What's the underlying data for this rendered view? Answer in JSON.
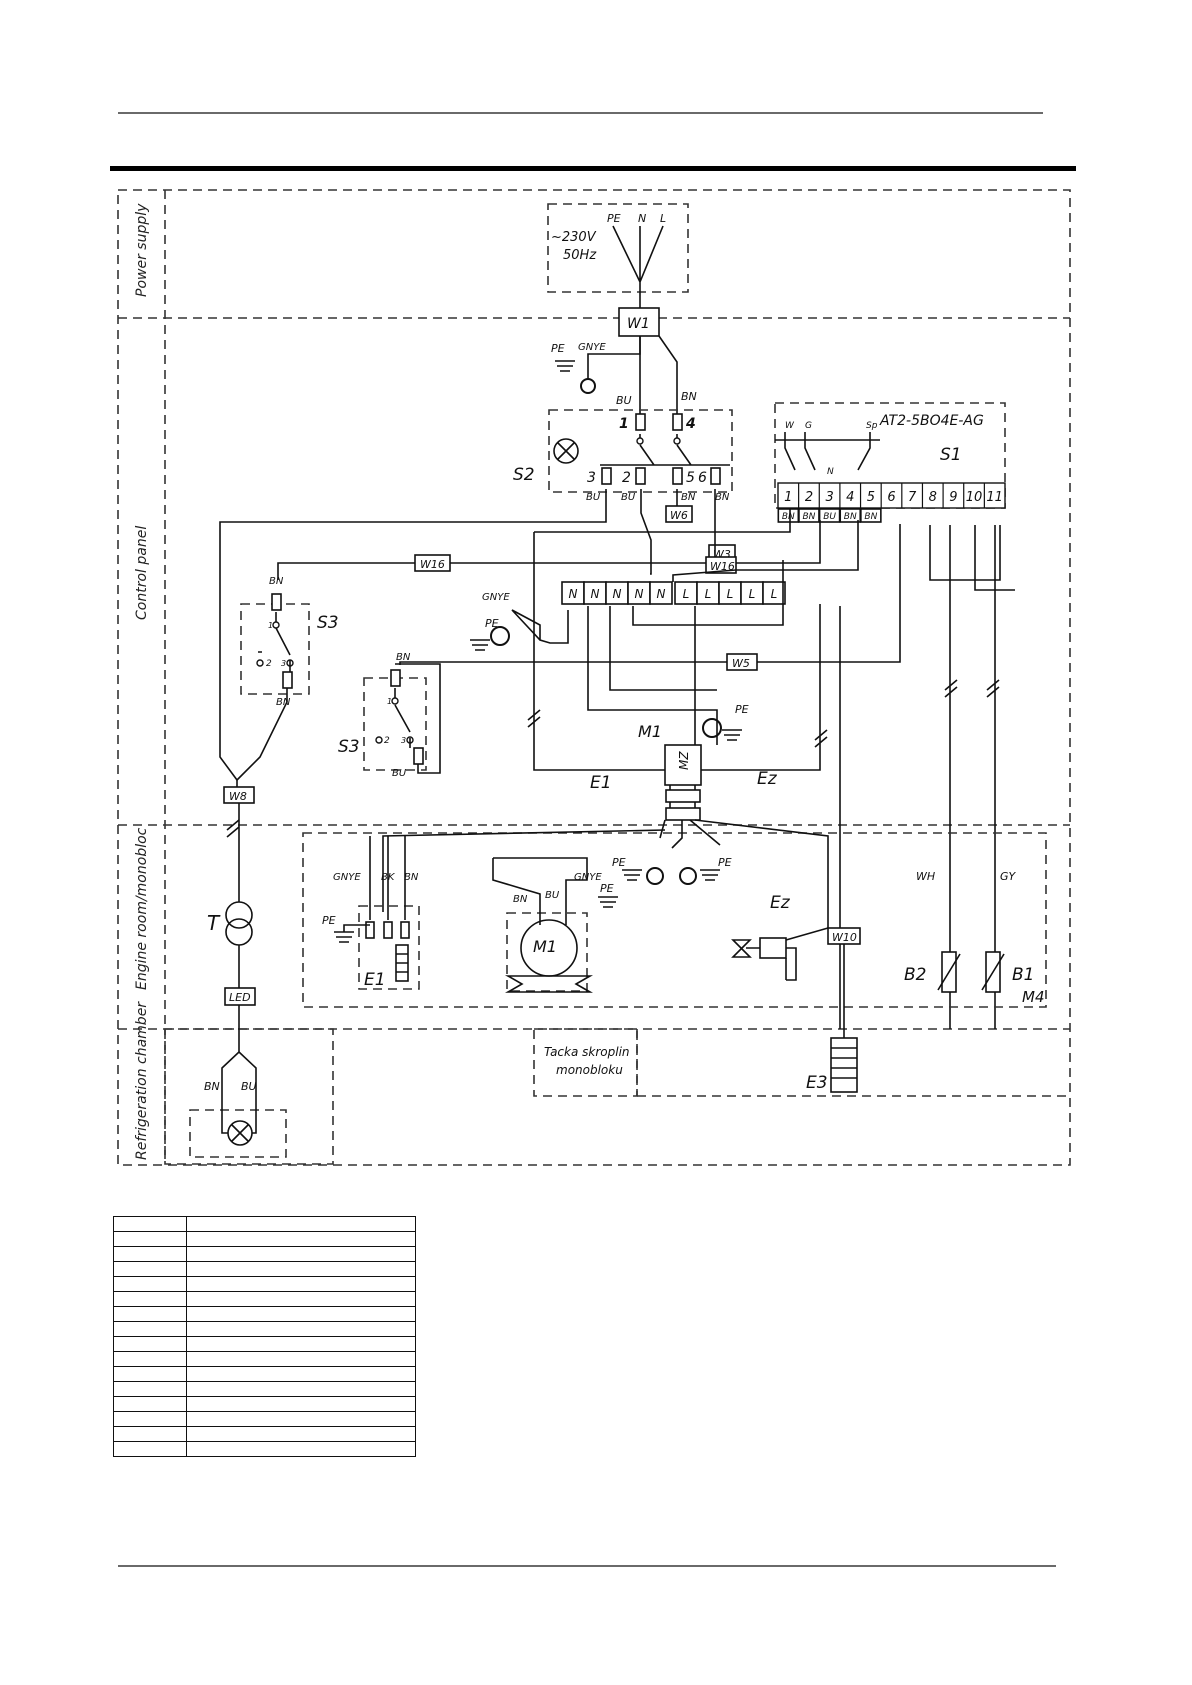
{
  "zones": {
    "power_supply": "Power supply",
    "control_panel": "Control panel",
    "engine_room": "Engine room/monobloc",
    "refrigeration_chamber": "Refrigeration chamber"
  },
  "power": {
    "voltage": "~230V",
    "frequency": "50Hz",
    "pe": "PE",
    "n": "N",
    "l": "L"
  },
  "connectors": {
    "w1": "W1",
    "w3": "W3",
    "w5": "W5",
    "w6": "W6",
    "w8": "W8",
    "w10": "W10",
    "w16_top": "W16",
    "w16_mid": "W16"
  },
  "controller": {
    "model": "AT2-5BO4E-AG",
    "ref": "S1",
    "w": "W",
    "g": "G",
    "n": "N",
    "sp": "Sp",
    "terminals": [
      "1",
      "2",
      "3",
      "4",
      "5",
      "6",
      "7",
      "8",
      "9",
      "10",
      "11"
    ],
    "wire_colors": [
      "BN",
      "BN",
      "BU",
      "BN",
      "BN"
    ]
  },
  "switch_s2": {
    "ref": "S2",
    "t1": "1",
    "t2": "2",
    "t3": "3",
    "t4": "4",
    "t5": "5",
    "t6": "6",
    "bu_top": "BU",
    "bn_top": "BN",
    "bu3": "BU",
    "bu2": "BU",
    "bn5": "BN",
    "bn6": "BN"
  },
  "terminal_strip": {
    "n_labels": [
      "N",
      "N",
      "N",
      "N",
      "N"
    ],
    "l_labels": [
      "L",
      "L",
      "L",
      "L",
      "L"
    ]
  },
  "door_switch_upper": {
    "ref": "S3",
    "bn_top": "BN",
    "bn_bottom": "BN",
    "c1": "1",
    "c2": "2",
    "c3": "3"
  },
  "door_switch_lower": {
    "ref": "S3",
    "bn_top": "BN",
    "bu_bottom": "BU",
    "c1": "1",
    "c2": "2",
    "c3": "3"
  },
  "earth": {
    "pe": "PE",
    "gnye": "GNYE"
  },
  "motor": {
    "m1": "M1",
    "m1_top": "M1",
    "mz": "MZ",
    "bn": "BN",
    "bu": "BU",
    "gnye": "GNYE"
  },
  "heaters": {
    "e1": "E1",
    "e1_box": "E1",
    "ez": "Ez",
    "ez_box": "Ez",
    "e3": "E3",
    "gnye": "GNYE",
    "bk": "BK",
    "bn": "BN",
    "pe": "PE"
  },
  "sensors": {
    "b1": "B1",
    "b2": "B2",
    "wh": "WH",
    "gy": "GY",
    "m4": "M4"
  },
  "transformer": {
    "t": "T",
    "led": "LED"
  },
  "chamber": {
    "bn": "BN",
    "bu": "BU",
    "tray_line1": "Tacka skroplin",
    "tray_line2": "monobloku"
  },
  "legend_rows": 16
}
